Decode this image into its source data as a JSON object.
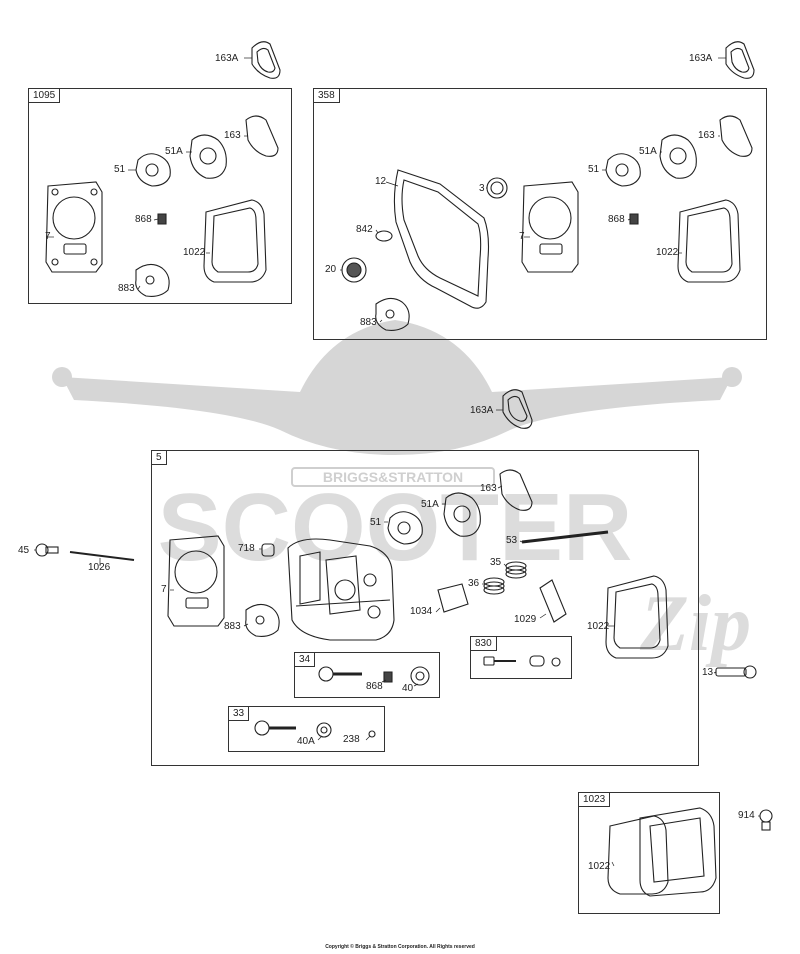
{
  "watermark": {
    "brand": "SCOOTER",
    "sub": "BRIGGS&STRATTON",
    "script": "Zip"
  },
  "boxes": {
    "b1095": "1095",
    "b358": "358",
    "b5": "5",
    "b34": "34",
    "b33": "33",
    "b830": "830",
    "b1023": "1023"
  },
  "labels": {
    "top_163a_left": "163A",
    "top_163a_right": "163A",
    "mid_163a": "163A",
    "k1095_163": "163",
    "k1095_51a": "51A",
    "k1095_51": "51",
    "k1095_868": "868",
    "k1095_7": "7",
    "k1095_1022": "1022",
    "k1095_883": "883",
    "k358_12": "12",
    "k358_3": "3",
    "k358_842": "842",
    "k358_20": "20",
    "k358_883": "883",
    "k358_51": "51",
    "k358_51a": "51A",
    "k358_163": "163",
    "k358_7": "7",
    "k358_868": "868",
    "k358_1022": "1022",
    "k5_163": "163",
    "k5_51a": "51A",
    "k5_51": "51",
    "k5_53": "53",
    "k5_718": "718",
    "k5_7": "7",
    "k5_883": "883",
    "k5_35": "35",
    "k5_36": "36",
    "k5_1034": "1034",
    "k5_1029": "1029",
    "k5_1022": "1022",
    "k45": "45",
    "k1026": "1026",
    "k13": "13",
    "k34_868": "868",
    "k34_40": "40",
    "k33_40a": "40A",
    "k33_238": "238",
    "k914": "914",
    "k1023_1022": "1022"
  },
  "copyright": "Copyright © Briggs & Stratton Corporation. All Rights reserved"
}
